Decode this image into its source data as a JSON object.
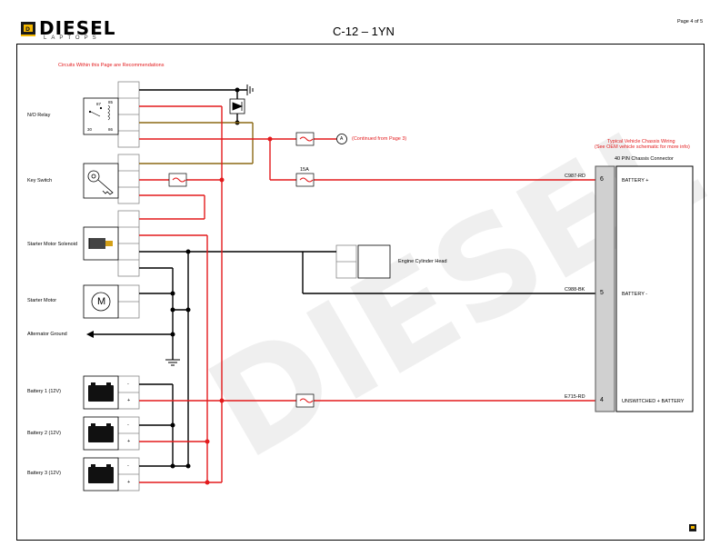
{
  "header": {
    "logo_text": "DIESEL",
    "logo_sub": "LAPTOPS",
    "title": "C-12 – 1YN",
    "page_number": "Page 4 of 5"
  },
  "notes": {
    "recommendation": "Circuits Within this Page are Recommendations",
    "continued": "(Continued from Page 3)",
    "typical_wiring_line1": "Typical Vehicle Chassis Wiring",
    "typical_wiring_line2": "(See OEM vehicle schematic for more info)"
  },
  "components": {
    "no_relay": "N/O Relay",
    "relay_pin_87": "87",
    "relay_pin_85": "85",
    "relay_pin_30": "30",
    "relay_pin_86": "86",
    "key_switch": "Key Switch",
    "starter_solenoid": "Starter Motor Solenoid",
    "starter_motor": "Starter Motor",
    "motor_symbol": "M",
    "alternator_ground": "Alternator Ground",
    "battery1": "Battery 1 (12V)",
    "battery2": "Battery 2 (12V)",
    "battery3": "Battery 3 (12V)",
    "neg": "-",
    "pos": "+",
    "engine_head": "Engine Cylinder Head",
    "fuse_15a": "15A",
    "ref_a": "A"
  },
  "connector": {
    "title": "40 PIN Chassis Connector",
    "pins": [
      {
        "pin": "6",
        "wire": "C987-RD",
        "label": "BATTERY +"
      },
      {
        "pin": "5",
        "wire": "C988-BK",
        "label": "BATTERY -"
      },
      {
        "pin": "4",
        "wire": "E715-RD",
        "label": "UNSWITCHED + BATTERY"
      }
    ]
  },
  "colors": {
    "power": "#e31a1c",
    "ground": "#000000",
    "switched": "#8b6914",
    "connector_fill": "#d0d0d0"
  }
}
